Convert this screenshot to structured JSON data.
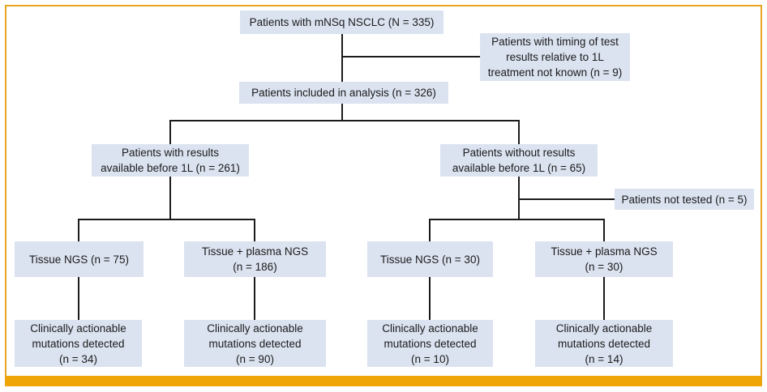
{
  "palette": {
    "box_fill": "#dbe3f0",
    "line_color": "#1b1b1b",
    "text_color": "#1b1b1b",
    "frame_border": "#e9a41f",
    "bottom_bar": "#efa505"
  },
  "flowchart": {
    "type": "consort-patient-flow",
    "nodes": {
      "root": {
        "label": "Patients with mNSq NSCLC (N = 335)",
        "n": 335
      },
      "excluded": {
        "label": "Patients with timing of test\nresults relative to 1L\ntreatment not known (n = 9)",
        "n": 9
      },
      "analysis": {
        "label": "Patients included in analysis (n = 326)",
        "n": 326
      },
      "with_results": {
        "label": "Patients with results\navailable before 1L (n = 261)",
        "n": 261
      },
      "without_results": {
        "label": "Patients without results\navailable before 1L (n = 65)",
        "n": 65
      },
      "not_tested": {
        "label": "Patients not tested (n = 5)",
        "n": 5
      },
      "tissue_75": {
        "label": "Tissue NGS (n = 75)",
        "n": 75
      },
      "tissue_plasma_186": {
        "label": "Tissue + plasma NGS\n(n = 186)",
        "n": 186
      },
      "tissue_30": {
        "label": "Tissue NGS (n = 30)",
        "n": 30
      },
      "tissue_plasma_30": {
        "label": "Tissue + plasma NGS\n(n = 30)",
        "n": 30
      },
      "actionable_34": {
        "label": "Clinically actionable\nmutations detected\n(n = 34)",
        "n": 34
      },
      "actionable_90": {
        "label": "Clinically actionable\nmutations detected\n(n = 90)",
        "n": 90
      },
      "actionable_10": {
        "label": "Clinically actionable\nmutations detected\n(n = 10)",
        "n": 10
      },
      "actionable_14": {
        "label": "Clinically actionable\nmutations detected\n(n = 14)",
        "n": 14
      }
    },
    "edges": [
      [
        "root",
        "analysis"
      ],
      [
        "root",
        "excluded"
      ],
      [
        "analysis",
        "with_results"
      ],
      [
        "analysis",
        "without_results"
      ],
      [
        "with_results",
        "tissue_75"
      ],
      [
        "with_results",
        "tissue_plasma_186"
      ],
      [
        "without_results",
        "not_tested"
      ],
      [
        "without_results",
        "tissue_30"
      ],
      [
        "without_results",
        "tissue_plasma_30"
      ],
      [
        "tissue_75",
        "actionable_34"
      ],
      [
        "tissue_plasma_186",
        "actionable_90"
      ],
      [
        "tissue_30",
        "actionable_10"
      ],
      [
        "tissue_plasma_30",
        "actionable_14"
      ]
    ]
  }
}
